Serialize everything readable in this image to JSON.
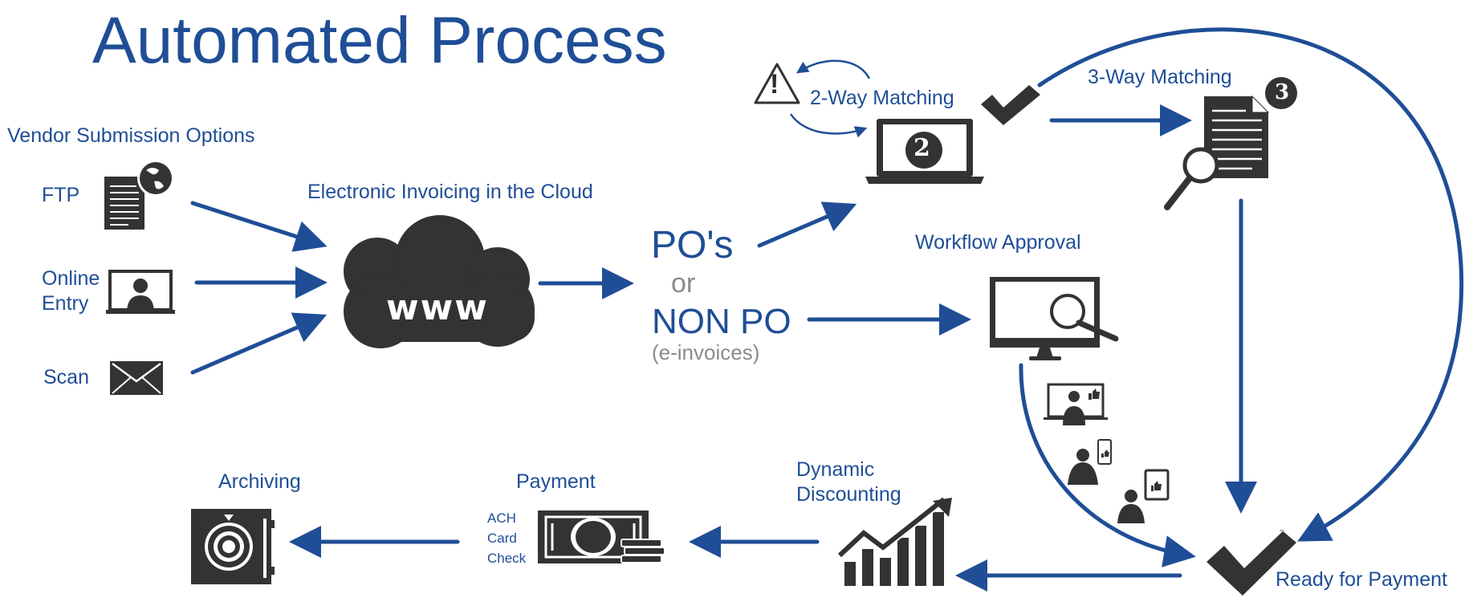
{
  "title": "Automated Process",
  "vendor": {
    "heading": "Vendor Submission Options",
    "ftp": "FTP",
    "online": [
      "Online",
      "Entry"
    ],
    "scan": "Scan"
  },
  "cloud": {
    "heading": "Electronic Invoicing in the Cloud",
    "www": "www"
  },
  "po": {
    "pos": "PO's",
    "or": "or",
    "nonpo": "NON PO",
    "einvoices": "(e-invoices)"
  },
  "matching": {
    "two_way": "2-Way Matching",
    "two_badge": "2",
    "alert": "!",
    "three_way": "3-Way Matching",
    "three_badge": "3"
  },
  "workflow": {
    "heading": "Workflow Approval"
  },
  "ready": "Ready for Payment",
  "discount": [
    "Dynamic",
    "Discounting"
  ],
  "payment": {
    "heading": "Payment",
    "methods": [
      "ACH",
      "Card",
      "Check"
    ]
  },
  "archiving": "Archiving",
  "colors": {
    "blue": "#1f4e96",
    "icon": "#333333"
  }
}
